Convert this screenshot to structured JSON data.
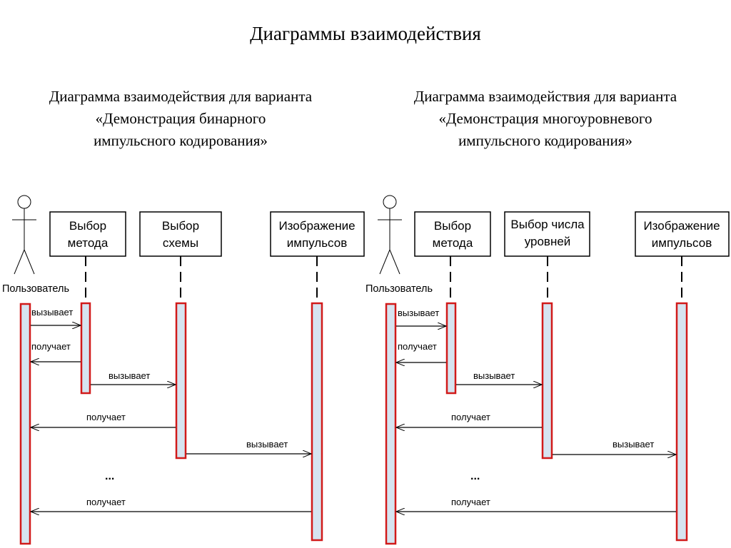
{
  "title": "Диаграммы взаимодействия",
  "diagrams": [
    {
      "subtitle_lines": [
        "Диаграмма взаимодействия для варианта",
        "«Демонстрация бинарного",
        "импульсного кодирования»"
      ],
      "actor": "Пользователь",
      "objects": [
        [
          "Выбор",
          "метода"
        ],
        [
          "Выбор",
          "схемы"
        ],
        [
          "Изображение",
          "импульсов"
        ]
      ],
      "messages": [
        "вызывает",
        "получает",
        "вызывает",
        "получает",
        "вызывает",
        "получает"
      ],
      "ellipsis": "..."
    },
    {
      "subtitle_lines": [
        "Диаграмма взаимодействия для варианта",
        "«Демонстрация многоуровневого",
        "импульсного кодирования»"
      ],
      "actor": "Пользователь",
      "objects": [
        [
          "Выбор",
          "метода"
        ],
        [
          "Выбор числа",
          "уровней"
        ],
        [
          "Изображение",
          "импульсов"
        ]
      ],
      "messages": [
        "вызывает",
        "получает",
        "вызывает",
        "получает",
        "вызывает",
        "получает"
      ],
      "ellipsis": "..."
    }
  ]
}
